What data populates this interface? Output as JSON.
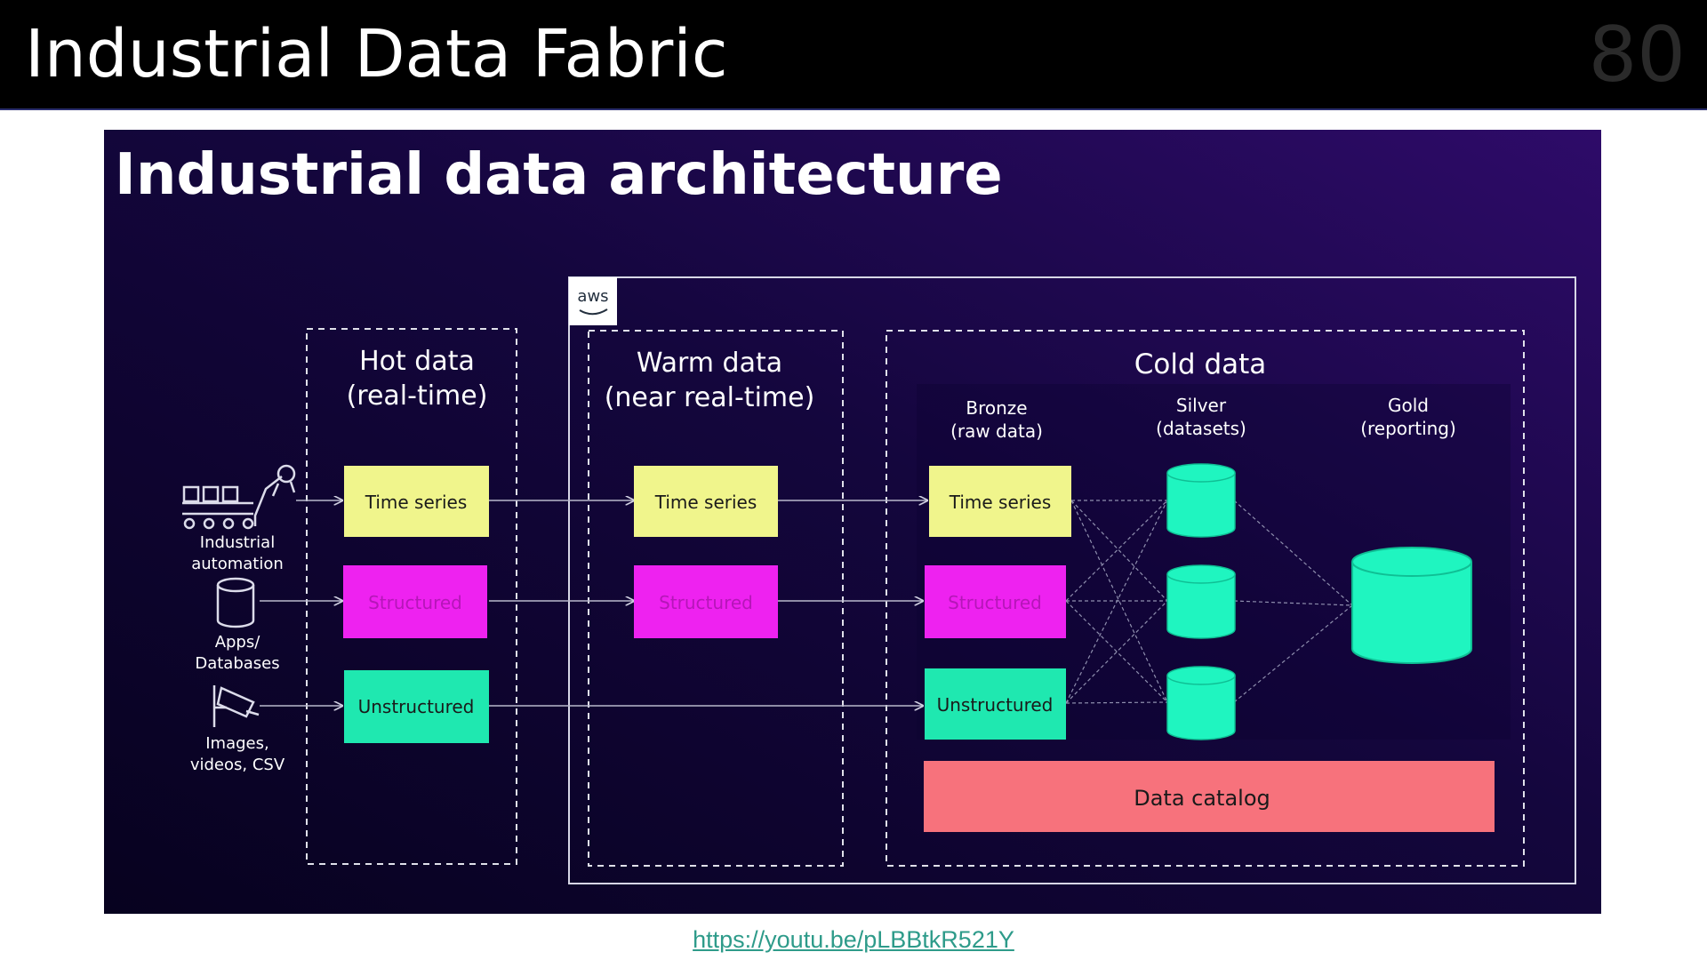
{
  "slide": {
    "title": "Industrial Data Fabric",
    "page_number": "80",
    "link": "https://youtu.be/pLBBtkR521Y"
  },
  "diagram": {
    "title": "Industrial data architecture",
    "aws_badge": "aws",
    "sources": [
      {
        "icon": "conveyor-robot-icon",
        "line1": "Industrial",
        "line2": "automation"
      },
      {
        "icon": "database-icon",
        "line1": "Apps/",
        "line2": "Databases"
      },
      {
        "icon": "camera-icon",
        "line1": "Images,",
        "line2": "videos, CSV"
      }
    ],
    "hot": {
      "line1": "Hot data",
      "line2": "(real-time)"
    },
    "warm": {
      "line1": "Warm data",
      "line2": "(near real-time)"
    },
    "cold": {
      "title": "Cold data"
    },
    "tiers": {
      "bronze": {
        "line1": "Bronze",
        "line2": "(raw data)"
      },
      "silver": {
        "line1": "Silver",
        "line2": "(datasets)"
      },
      "gold": {
        "line1": "Gold",
        "line2": "(reporting)"
      }
    },
    "boxes": {
      "time_series": "Time series",
      "structured": "Structured",
      "unstructured": "Unstructured"
    },
    "data_catalog": "Data catalog",
    "colors": {
      "time_series": "#f0f58c",
      "structured": "#ee22f0",
      "unstructured": "#1fe8b0",
      "cylinder": "#1ff5c0",
      "catalog": "#f7727c",
      "background_dark": "#0b0428",
      "background_purple": "#2a0a63"
    }
  }
}
